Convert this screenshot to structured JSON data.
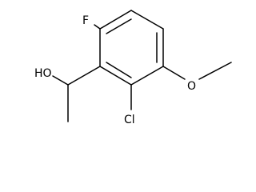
{
  "molecule": {
    "atoms": {
      "fluorine": "F",
      "hydroxyl": "HO",
      "chlorine": "Cl",
      "oxygen": "O"
    }
  }
}
